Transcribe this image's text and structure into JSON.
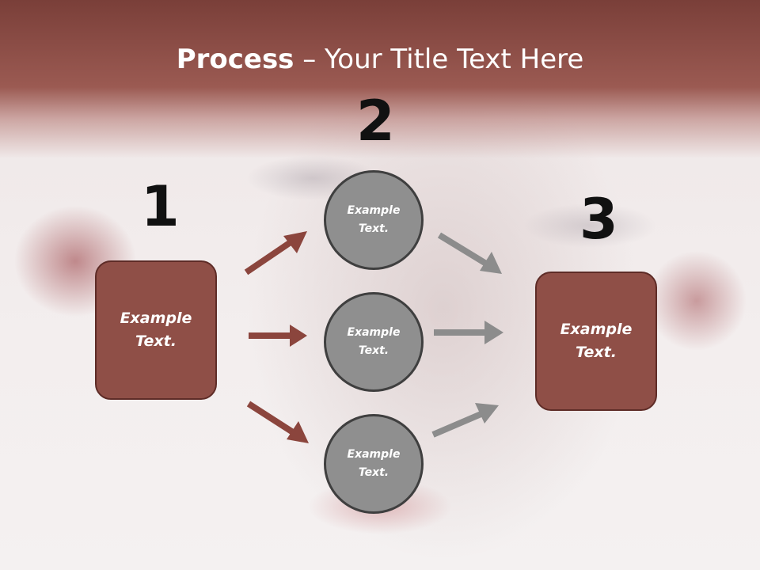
{
  "slide": {
    "title_bold": "Process",
    "title_rest": " – Your Title Text Here"
  },
  "steps": {
    "one": {
      "number": "1",
      "label": "Example\nText."
    },
    "two": {
      "number": "2"
    },
    "three": {
      "number": "3",
      "label": "Example\nText."
    }
  },
  "circles": [
    {
      "label": "Example\nText."
    },
    {
      "label": "Example\nText."
    },
    {
      "label": "Example\nText."
    }
  ],
  "colors": {
    "header": "#8b4a43",
    "box_fill": "#8f4f47",
    "box_border": "#5e2c27",
    "circle_fill": "#8f8f8f",
    "circle_border": "#3f3f3f",
    "arrow_brown": "#8b453d",
    "arrow_gray": "#8c8c8c"
  }
}
